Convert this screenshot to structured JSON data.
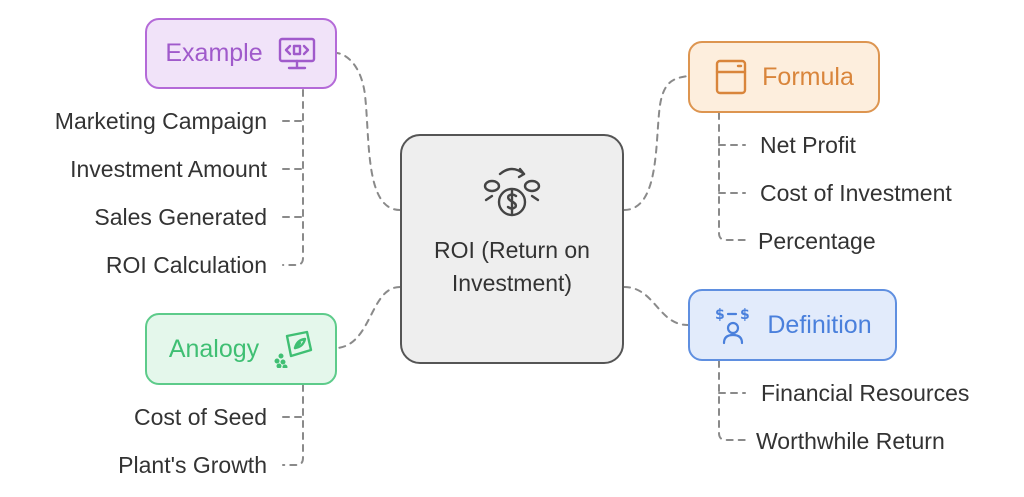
{
  "center": {
    "label": "ROI (Return on Investment)",
    "icon": "money-cycle-icon"
  },
  "colors": {
    "example": {
      "border": "#b46ad8",
      "fill": "#f1e3f9",
      "text": "#a05acb"
    },
    "formula": {
      "border": "#dd9550",
      "fill": "#fdeedd",
      "text": "#d9853b"
    },
    "analogy": {
      "border": "#5dcb8a",
      "fill": "#e4f7eb",
      "text": "#3fbf73"
    },
    "definition": {
      "border": "#5f8fe0",
      "fill": "#e2ebfb",
      "text": "#4a80dc"
    },
    "connector": "#8a8a8a",
    "center_border": "#555555",
    "center_fill": "#eeeeee"
  },
  "branches": {
    "example": {
      "label": "Example",
      "icon": "monitor-code-icon",
      "items": [
        "Marketing Campaign",
        "Investment Amount",
        "Sales Generated",
        "ROI Calculation"
      ]
    },
    "formula": {
      "label": "Formula",
      "icon": "calculator-icon",
      "items": [
        "Net Profit",
        "Cost of Investment",
        "Percentage"
      ]
    },
    "analogy": {
      "label": "Analogy",
      "icon": "seed-packet-icon",
      "items": [
        "Cost of Seed",
        "Plant's Growth"
      ]
    },
    "definition": {
      "label": "Definition",
      "icon": "person-money-icon",
      "items": [
        "Financial Resources",
        "Worthwhile Return"
      ]
    }
  }
}
